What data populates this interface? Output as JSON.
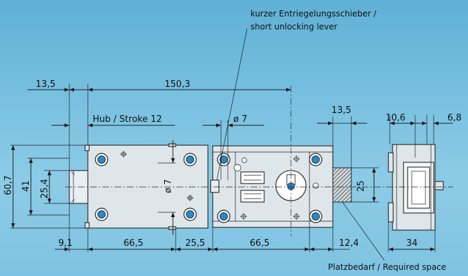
{
  "notes": {
    "unlock_lever_de": "kurzer Entriegelungsschieber /",
    "unlock_lever_en": "short unlocking lever",
    "required_space": "Platzbedarf / Required space",
    "stroke": "Hub / Stroke 12"
  },
  "dimensions": {
    "top_left": "13,5",
    "top_overall": "150,3",
    "mid_right": "13,5",
    "hole_dia_top": "ø 7",
    "hole_dia_vertical": "ø 7",
    "side_top_a": "10,6",
    "side_top_b": "6,8",
    "height_total": "60,7",
    "height_inner": "41",
    "height_bolt": "25,4",
    "height_space": "25",
    "bottom_a": "9,1",
    "bottom_b": "66,5",
    "bottom_c": "25,5",
    "bottom_d": "66,5",
    "bottom_e": "12,4",
    "side_width": "34"
  },
  "colors": {
    "background_top": "#5fb0d6",
    "background_bottom": "#8ccbe6",
    "lock_body": "#dfe6ea",
    "hole_ring": "#2f86c0",
    "hatch": "#444444"
  }
}
